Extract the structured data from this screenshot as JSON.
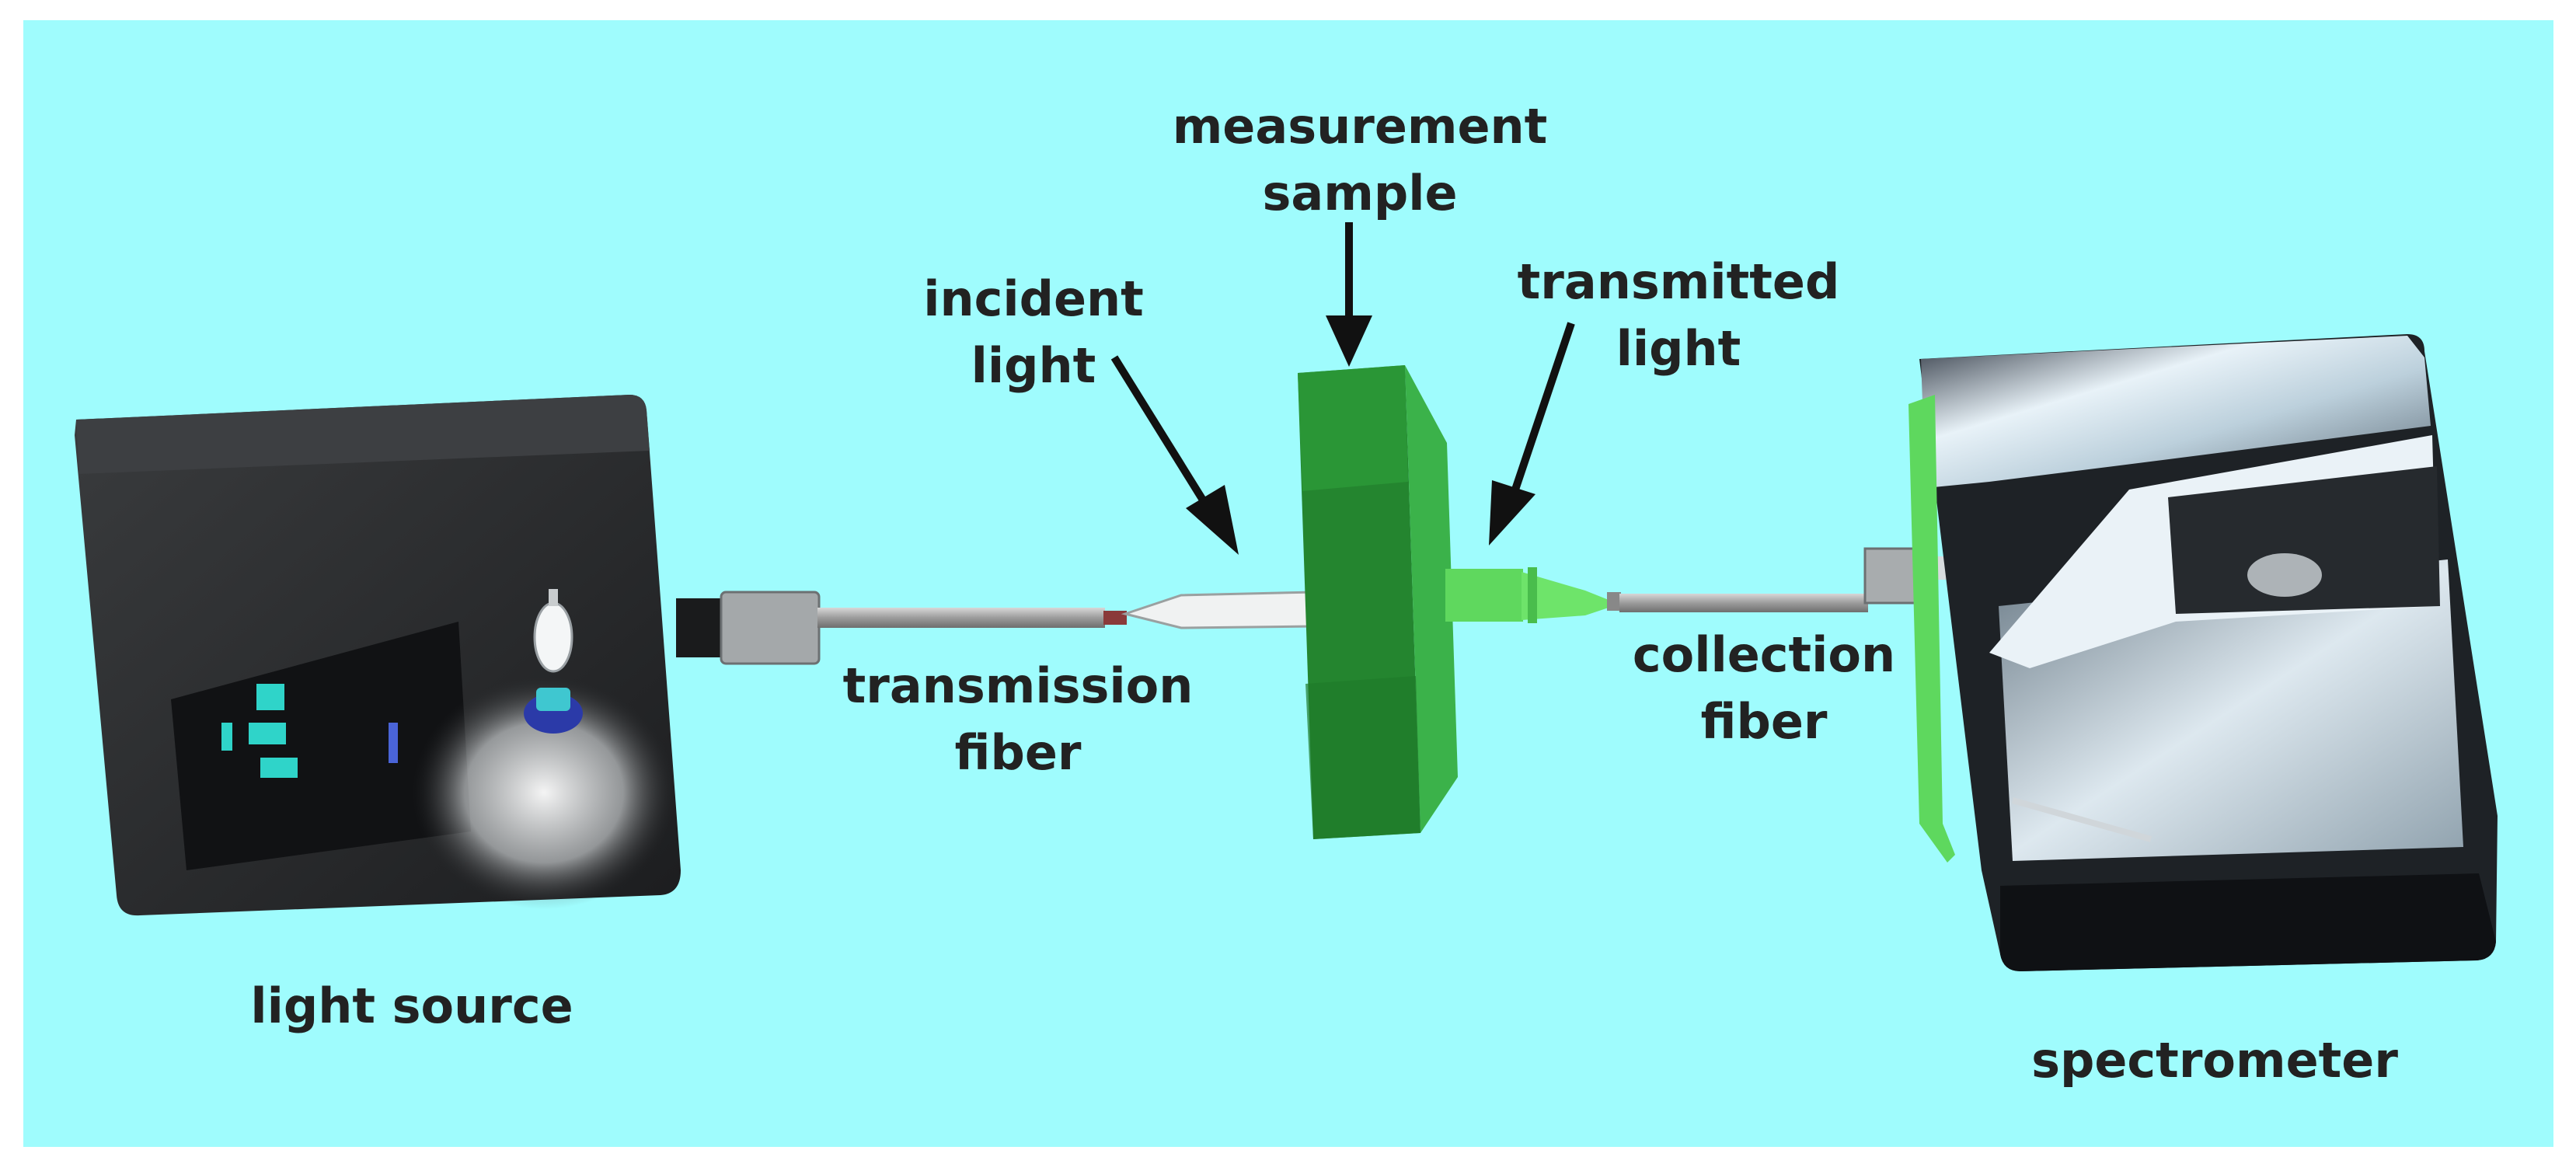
{
  "diagram": {
    "background_color": "#9ffcfd",
    "labels": {
      "measurement_sample": [
        "measurement",
        "sample"
      ],
      "incident_light": [
        "incident",
        "light"
      ],
      "transmitted_light": [
        "transmitted",
        "light"
      ],
      "transmission_fiber": [
        "transmission",
        "fiber"
      ],
      "collection_fiber": [
        "collection",
        "fiber"
      ],
      "light_source": "light source",
      "spectrometer": "spectrometer"
    },
    "colors": {
      "device_dark": "#2b2d2f",
      "sample_green": "#2f9a3a",
      "light_green": "#57d65a",
      "fiber_gray": "#a9a9a9",
      "arrow": "#111111"
    },
    "icons": [
      "light-source-device",
      "lamp-bulb-icon",
      "spectrometer-device",
      "fiber-cable",
      "arrow-icon"
    ]
  }
}
